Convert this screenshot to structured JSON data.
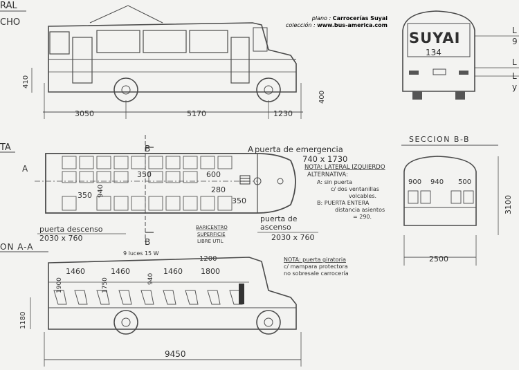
{
  "credit": {
    "plano_prefix": "plano : ",
    "plano_value": "Carrocerías Suyai",
    "coleccion_prefix": "colección : ",
    "coleccion_value": "www.bus-america.com"
  },
  "side_view": {
    "title_line1": "RAL",
    "title_line2": "CHO",
    "dims": [
      "3050",
      "5170",
      "1230"
    ],
    "height_left": "410",
    "height_right": "400"
  },
  "rear_view": {
    "brand": "SUYAI",
    "number": "134",
    "right_edge_labels": [
      "L",
      "9",
      "L",
      "L",
      "y"
    ]
  },
  "plan_view": {
    "title": "TA",
    "section_letters": [
      "B",
      "B",
      "A",
      "A"
    ],
    "dims": [
      "350",
      "600",
      "280",
      "940",
      "350",
      "350"
    ],
    "emergency_label": "puerta de emergencia",
    "emergency_size": "740 x 1730",
    "note_title": "NOTA: LATERAL IZQUIERDO",
    "note_alt": "ALTERNATIVA:",
    "note_a": "A: sin puerta",
    "note_a2": "c/ dos ventanillas",
    "note_a3": "volcables.",
    "note_b": "B: PUERTA ENTERA",
    "note_b2": "distancia asientos",
    "note_b3": "= 290.",
    "descenso_label": "puerta descenso",
    "descenso_size": "2030 x 760",
    "baricentro1": "BARICENTRO",
    "baricentro2": "SUPERFICIE",
    "baricentro3": "LIBRE UTIL",
    "ascenso_label1": "puerta de",
    "ascenso_label2": "ascenso",
    "ascenso_size": "2030 x 760"
  },
  "section_bb": {
    "title": "SECCION B-B",
    "inner_dims": [
      "900",
      "940",
      "500"
    ],
    "height": "3100",
    "width": "2500"
  },
  "section_aa": {
    "title": "ON A-A",
    "lights": "9 luces  15 W",
    "top_dim": "1200",
    "dims": [
      "1460",
      "1460",
      "1460",
      "1800"
    ],
    "vertical_dims": [
      "1900",
      "1750",
      "940"
    ],
    "height_left": "1180",
    "total_length": "9450",
    "note1": "NOTA: puerta giratoria",
    "note2": "c/ mampara protectora",
    "note3": "no sobresale  carrocería"
  }
}
